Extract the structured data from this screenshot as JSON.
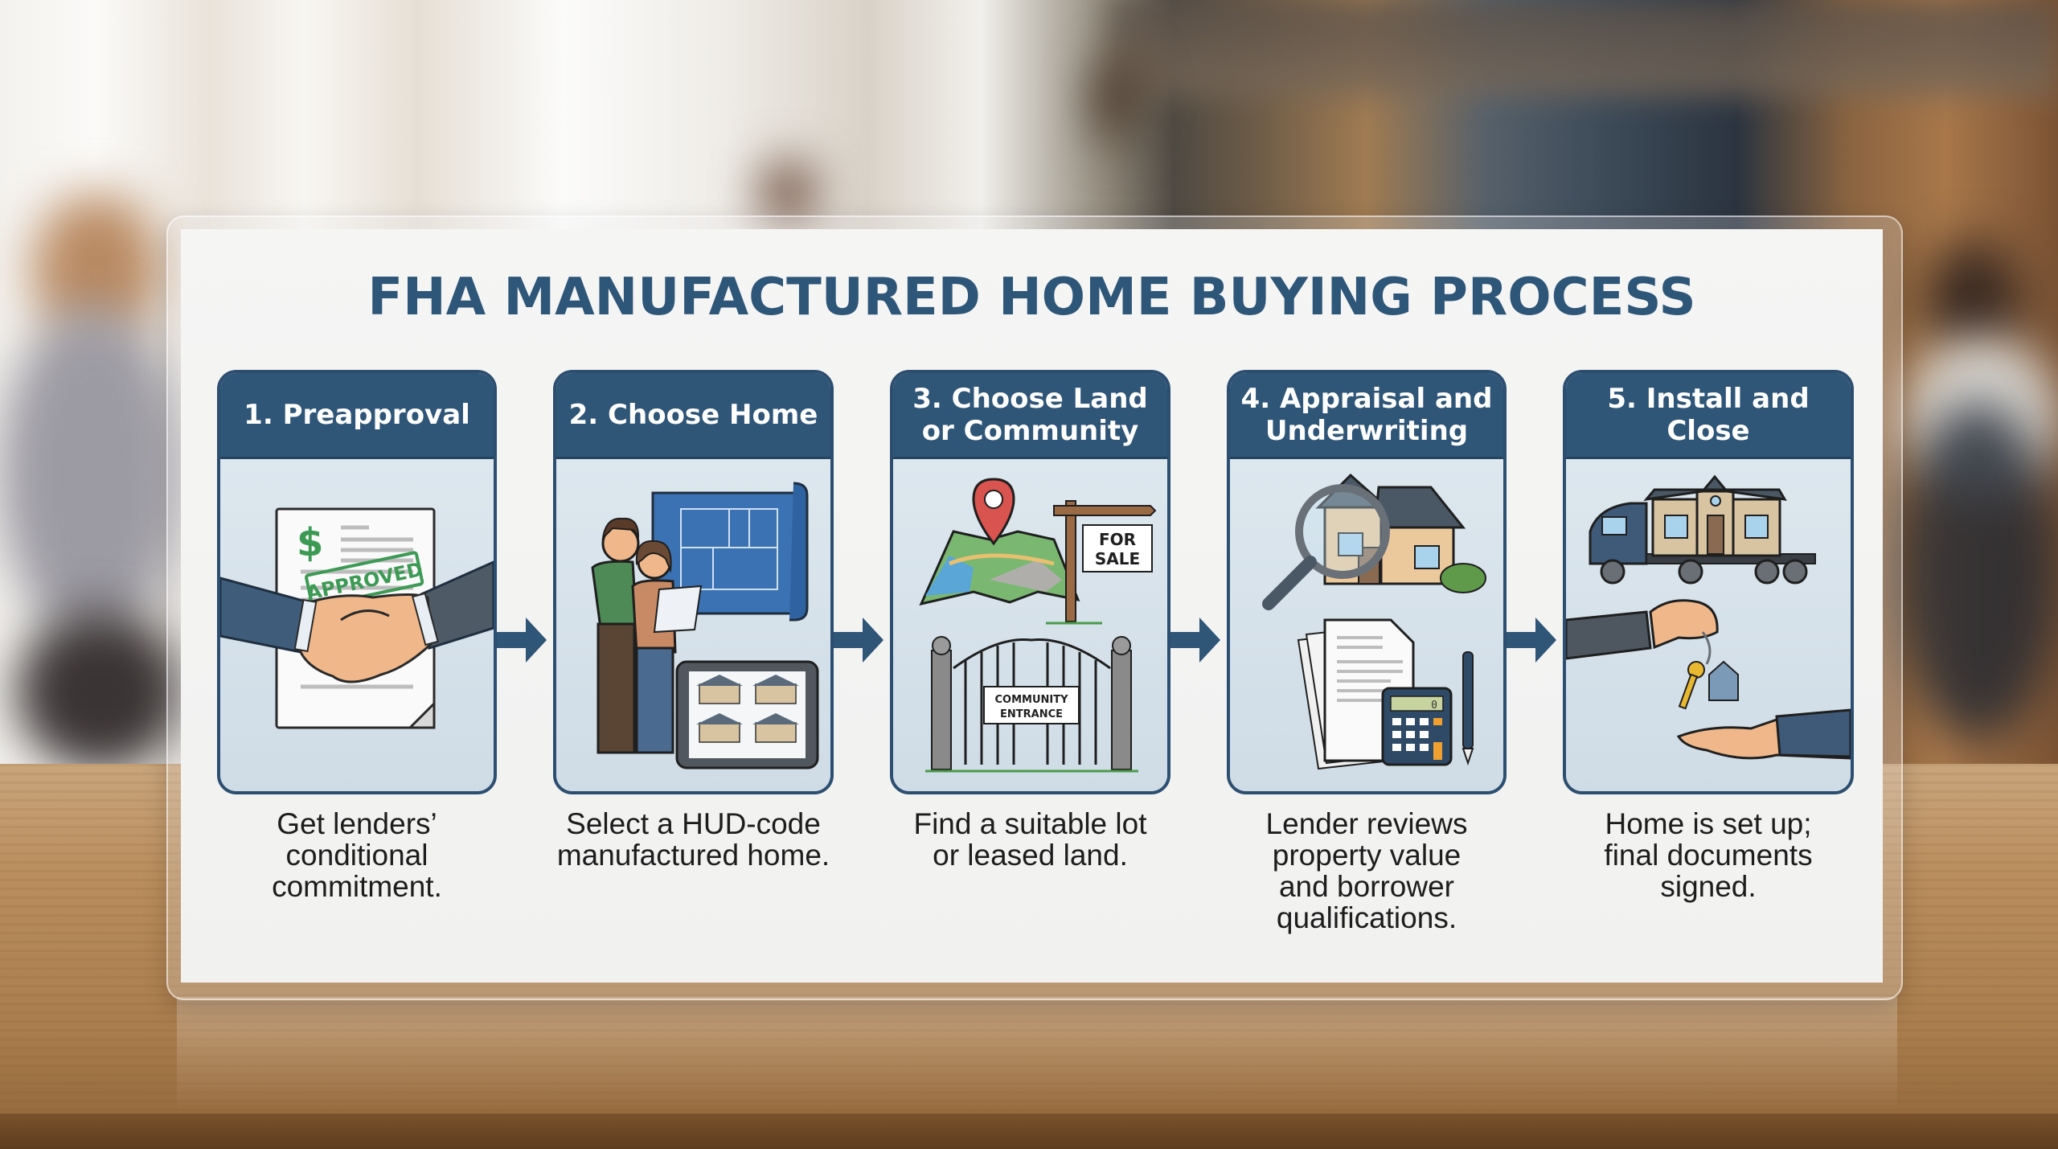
{
  "title": "FHA MANUFACTURED HOME BUYING PROCESS",
  "colors": {
    "header_bg": "#2f5577",
    "title_text": "#2e5678",
    "card_body": "#d5e1ea",
    "card_border": "#2c4e70",
    "arrow": "#2f5577",
    "approved_green": "#3d9a55",
    "pin_red": "#d9534f"
  },
  "steps": [
    {
      "number": 1,
      "heading": "1. Preapproval",
      "description": "Get lenders’ conditional commitment.",
      "description_lines": [
        "Get lenders’",
        "conditional",
        "commitment."
      ],
      "icons": [
        "approved-document-icon",
        "dollar-sign-icon",
        "handshake-icon"
      ],
      "stamp_text": "APPROVED",
      "symbol": "$"
    },
    {
      "number": 2,
      "heading": "2. Choose Home",
      "description": "Select a HUD-code manufactured home.",
      "description_lines": [
        "Select a HUD-code",
        "manufactured home."
      ],
      "icons": [
        "couple-icon",
        "blueprint-icon",
        "tablet-listings-icon"
      ]
    },
    {
      "number": 3,
      "heading": "3. Choose Land or Community",
      "description": "Find a suitable lot or leased land.",
      "description_lines": [
        "Find a suitable lot",
        "or leased land."
      ],
      "icons": [
        "map-pin-icon",
        "for-sale-sign-icon",
        "community-gate-icon"
      ],
      "sign_text_lines": [
        "FOR",
        "SALE"
      ],
      "gate_text_lines": [
        "COMMUNITY",
        "ENTRANCE"
      ]
    },
    {
      "number": 4,
      "heading": "4. Appraisal and Underwriting",
      "description": "Lender reviews property value and borrower qualifications.",
      "description_lines": [
        "Lender reviews",
        "property value",
        "and borrower",
        "qualifications."
      ],
      "icons": [
        "magnifier-house-icon",
        "documents-icon",
        "calculator-icon",
        "pen-icon"
      ],
      "calculator_display": "0"
    },
    {
      "number": 5,
      "heading": "5. Install and Close",
      "description": "Home is set up; final documents signed.",
      "description_lines": [
        "Home is set up;",
        "final documents",
        "signed."
      ],
      "icons": [
        "truck-house-icon",
        "key-handover-icon"
      ]
    }
  ],
  "arrows": [
    "arrow-right-icon",
    "arrow-right-icon",
    "arrow-right-icon",
    "arrow-right-icon"
  ]
}
